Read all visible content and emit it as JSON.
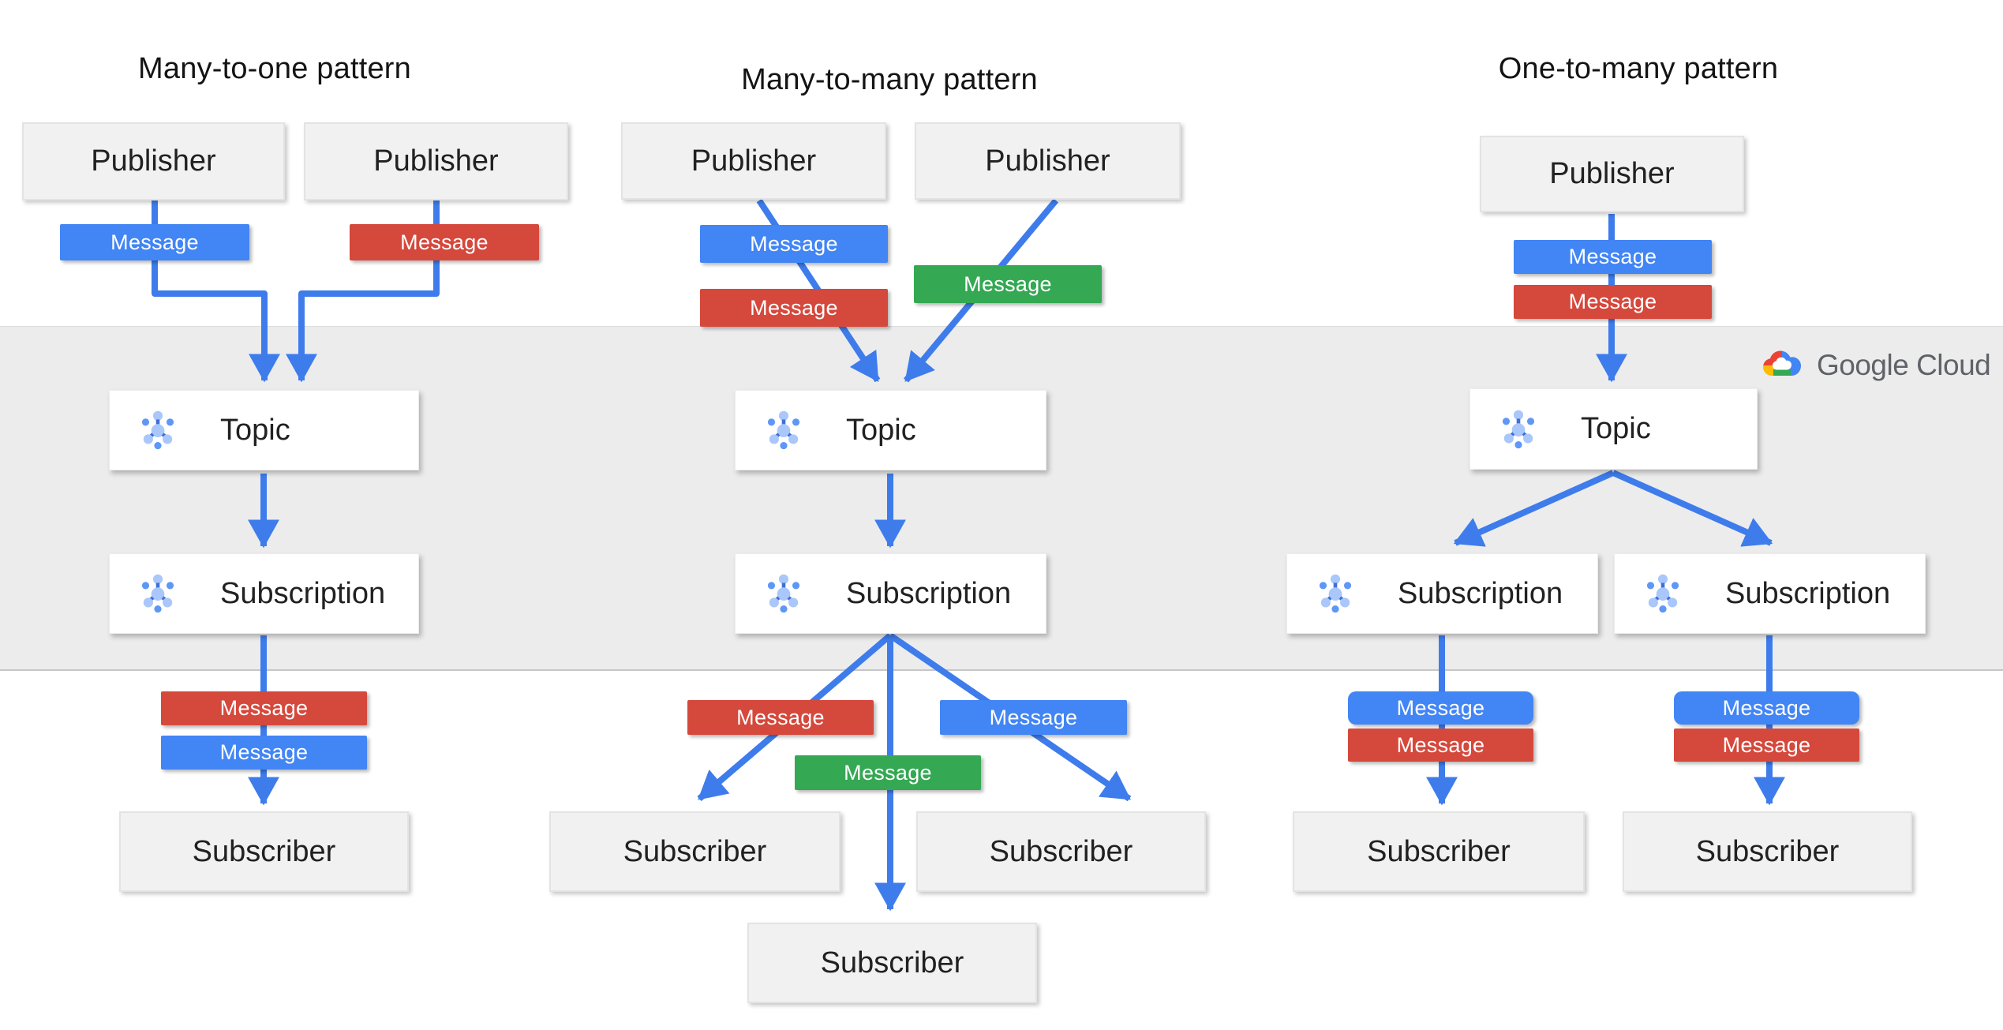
{
  "diagram": {
    "description": "Google Cloud Pub/Sub messaging patterns",
    "band_color": "#ECECEC"
  },
  "patterns": [
    {
      "id": "many-to-one",
      "title": "Many-to-one pattern"
    },
    {
      "id": "many-to-many",
      "title": "Many-to-many pattern"
    },
    {
      "id": "one-to-many",
      "title": "One-to-many pattern"
    }
  ],
  "labels": {
    "publisher": "Publisher",
    "topic": "Topic",
    "subscription": "Subscription",
    "subscriber": "Subscriber",
    "message": "Message"
  },
  "brand": {
    "text": "Google Cloud"
  },
  "colors": {
    "message_blue": "#4285F4",
    "message_red": "#D5483C",
    "message_green": "#34A853",
    "arrow_blue": "#3E7CEC",
    "band_gray": "#ECECEC",
    "node_gray": "#F1F1F2",
    "node_white": "#FFFFFF",
    "pubsub_icon_light": "#A9C7FA",
    "pubsub_icon_medium": "#5E97F6",
    "pubsub_icon_spoke": "#3F6FD7",
    "logo_red": "#EA4335",
    "logo_blue": "#4285F4",
    "logo_yellow": "#FBBC05",
    "logo_green": "#34A853",
    "logo_text": "#5F6368"
  }
}
